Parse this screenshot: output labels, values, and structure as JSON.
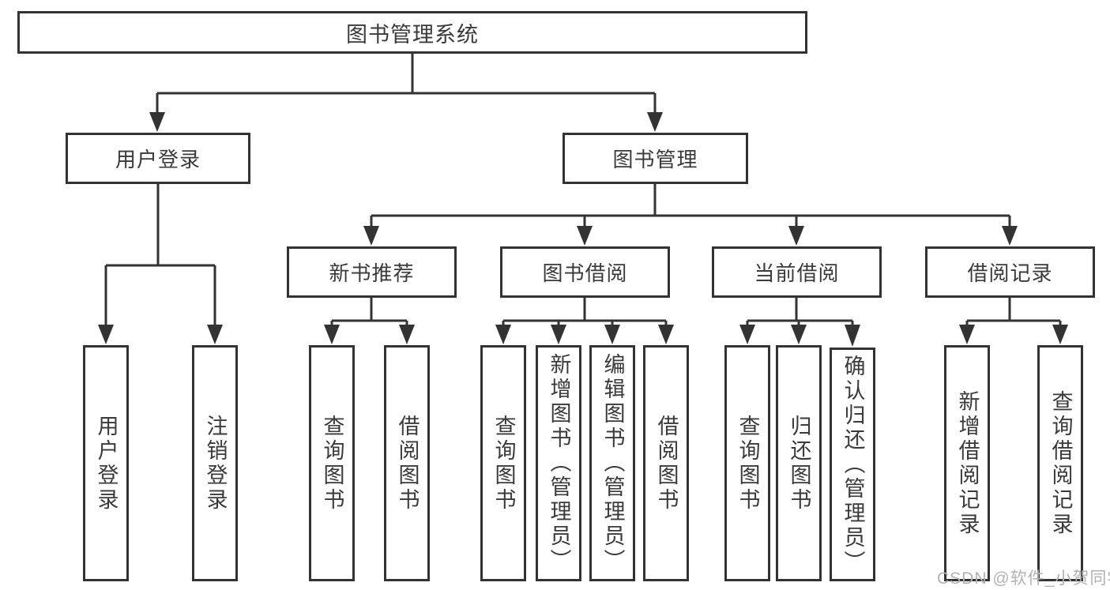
{
  "nodes": {
    "root": "图书管理系统",
    "userLogin": "用户登录",
    "bookManagement": "图书管理",
    "newBookRecommend": "新书推荐",
    "bookBorrowing": "图书借阅",
    "currentBorrowing": "当前借阅",
    "borrowingRecords": "借阅记录",
    "leafUserLogin": "用户登录",
    "leafLogoutLogin": "注销登录",
    "leafQueryBooks1": "查询图书",
    "leafBorrowBooks1": "借阅图书",
    "leafQueryBooks2": "查询图书",
    "leafAddBooksAdmin": "新增图书（管理员）",
    "leafEditBooksAdmin": "编辑图书（管理员）",
    "leafBorrowBooks2": "借阅图书",
    "leafQueryBooks3": "查询图书",
    "leafReturnBooks": "归还图书",
    "leafConfirmReturnAdmin": "确认归还（管理员）",
    "leafAddBorrowRecord": "新增借阅记录",
    "leafQueryBorrowRecord": "查询借阅记录"
  },
  "watermark": "CSDN @软件_小贺同学",
  "colors": {
    "line": "#333333",
    "text": "#3a3a3a",
    "background": "#ffffff",
    "watermark": "#b2b2b2"
  }
}
